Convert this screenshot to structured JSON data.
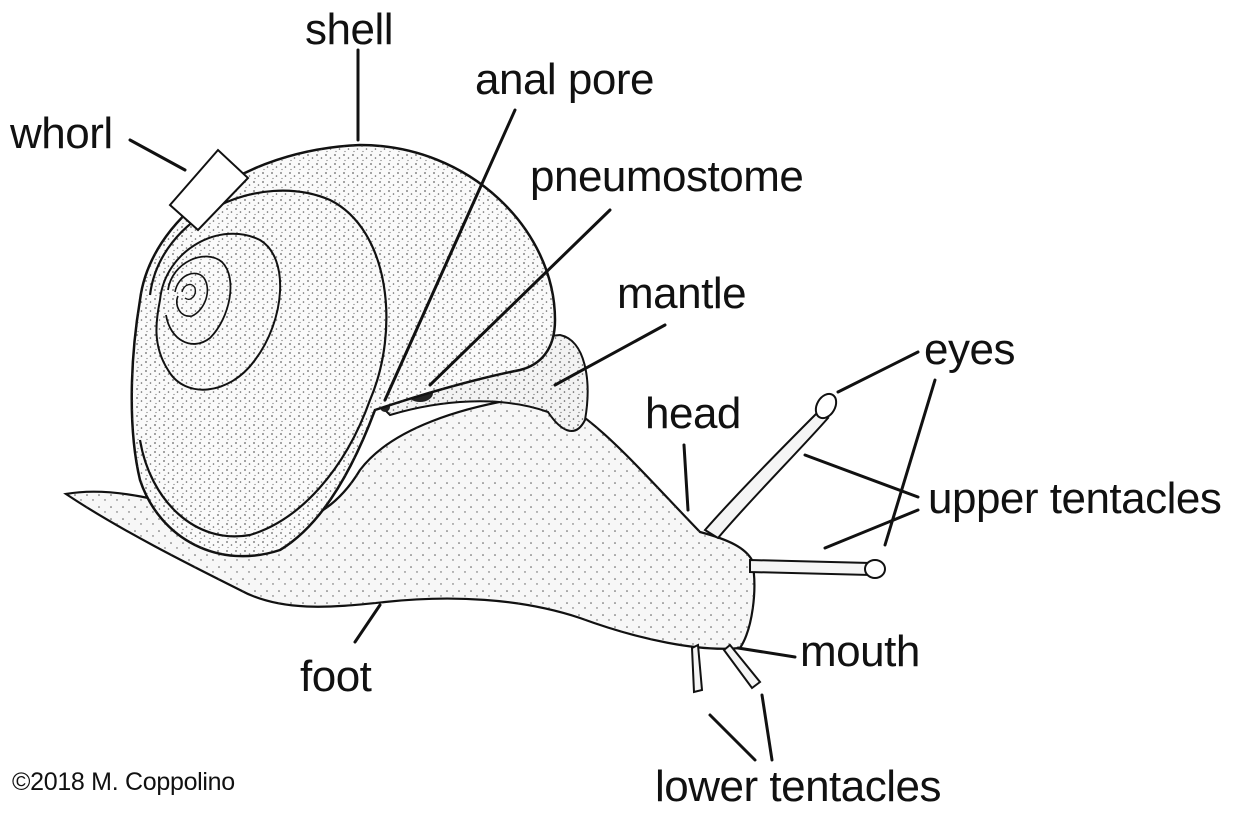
{
  "labels": {
    "shell": "shell",
    "whorl": "whorl",
    "anal_pore": "anal pore",
    "pneumostome": "pneumostome",
    "mantle": "mantle",
    "eyes": "eyes",
    "head": "head",
    "upper_tentacles": "upper tentacles",
    "mouth": "mouth",
    "foot": "foot",
    "lower_tentacles": "lower tentacles"
  },
  "credit": "©2018 M. Coppolino",
  "colors": {
    "ink": "#111111",
    "body_fill": "#f7f7f7",
    "shell_fill": "#fafafa"
  }
}
